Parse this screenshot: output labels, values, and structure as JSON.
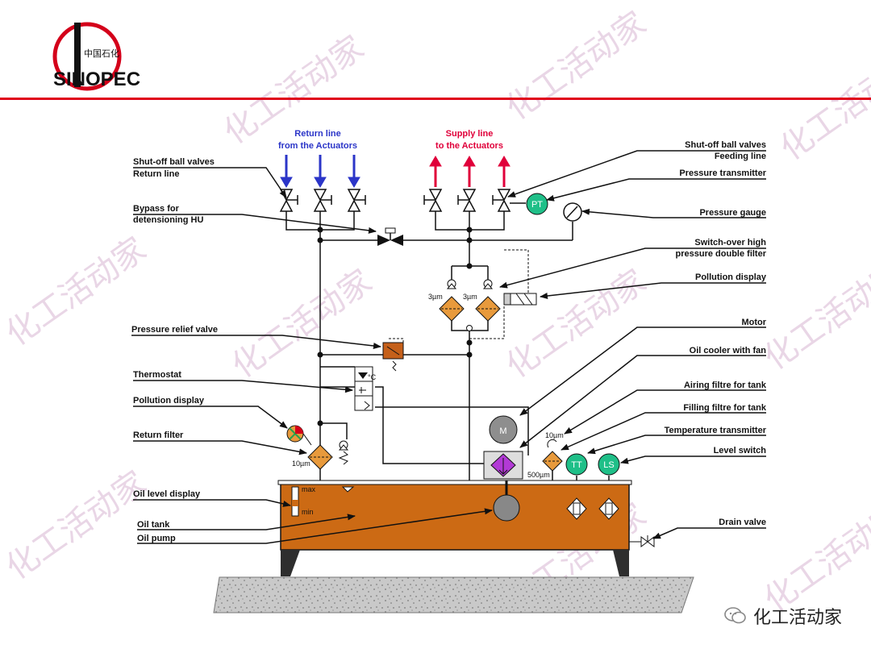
{
  "logo": {
    "brand": "SINOPEC",
    "cn": "中国石化"
  },
  "watermark": "化工活动家",
  "footer": {
    "brand": "化工活动家"
  },
  "headers": {
    "return_line_1": "Return line",
    "return_line_2": "from the Actuators",
    "supply_line_1": "Supply line",
    "supply_line_2": "to the Actuators"
  },
  "labels_left": {
    "shutoff_return_1": "Shut-off ball valves",
    "shutoff_return_2": "Return line",
    "bypass_1": "Bypass for",
    "bypass_2": "detensioning HU",
    "pressure_relief": "Pressure relief valve",
    "thermostat": "Thermostat",
    "pollution_display_left": "Pollution display",
    "return_filter": "Return filter",
    "oil_level_display": "Oil level display",
    "oil_tank": "Oil tank",
    "oil_pump": "Oil pump"
  },
  "labels_right": {
    "shutoff_feed_1": "Shut-off ball valves",
    "shutoff_feed_2": "Feeding line",
    "pressure_transmitter": "Pressure transmitter",
    "pressure_gauge": "Pressure gauge",
    "switchover_1": "Switch-over high",
    "switchover_2": "pressure double filter",
    "pollution_display_right": "Pollution display",
    "motor": "Motor",
    "oil_cooler": "Oil cooler with fan",
    "airing_filter": "Airing filtre for tank",
    "filling_filter": "Filling filtre for tank",
    "temperature_transmitter": "Temperature transmitter",
    "level_switch": "Level switch",
    "drain_valve": "Drain valve"
  },
  "instruments": {
    "pt": "PT",
    "tt": "TT",
    "ls": "LS",
    "motor": "M"
  },
  "annotations": {
    "filter_3um_a": "3µm",
    "filter_3um_b": "3µm",
    "return_filter_rating": "10µm",
    "airing_rating": "10µm",
    "filling_rating": "500µm",
    "thermostat_unit": "°C",
    "level_max": "max",
    "level_min": "min"
  },
  "colors": {
    "red_line": "#e0001b",
    "return_arrow": "#2b35c8",
    "supply_arrow": "#e0003a",
    "tank": "#cc6a14",
    "instrument": "#1fbf88",
    "filter": "#e89a3c"
  }
}
